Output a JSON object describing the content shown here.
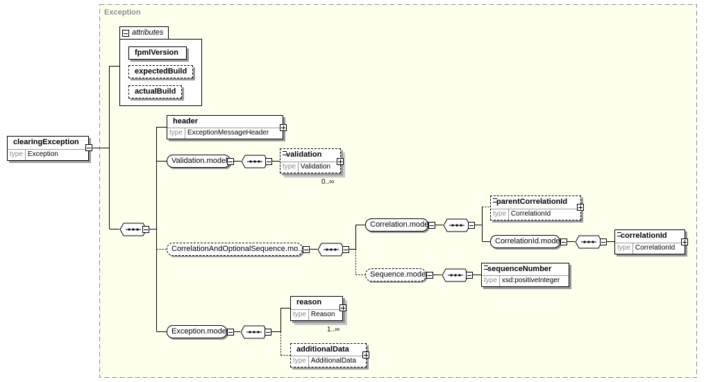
{
  "type_title": "Exception",
  "attributes_label": "attributes",
  "attributes": [
    "fpmlVersion",
    "expectedBuild",
    "actualBuild"
  ],
  "root": {
    "name": "clearingException",
    "type_key": "type",
    "type_value": "Exception"
  },
  "header": {
    "name": "header",
    "type_key": "type",
    "type_value": "ExceptionMessageHeader"
  },
  "validation_model": "Validation.model",
  "validation": {
    "name": "validation",
    "type_key": "type",
    "type_value": "Validation",
    "occurs": "0..∞"
  },
  "correlation_seq_model": "CorrelationAndOptionalSequence.mo...",
  "correlation_model": "Correlation.model",
  "parent_correlation": {
    "name": "parentCorrelationId",
    "type_key": "type",
    "type_value": "CorrelationId"
  },
  "correlation_id_model": "CorrelationId.model",
  "correlation_id": {
    "name": "correlationId",
    "type_key": "type",
    "type_value": "CorrelationId"
  },
  "sequence_model": "Sequence.model",
  "sequence_number": {
    "name": "sequenceNumber",
    "type_key": "type",
    "type_value": "xsd:positiveInteger"
  },
  "exception_model": "Exception.model",
  "reason": {
    "name": "reason",
    "type_key": "type",
    "type_value": "Reason",
    "occurs": "1..∞"
  },
  "additional_data": {
    "name": "additionalData",
    "type_key": "type",
    "type_value": "AdditionalData"
  },
  "colors": {
    "type_box_fill": "#ffffee",
    "type_box_border": "#8c8c8c",
    "shadow": "#9a9a9a"
  }
}
